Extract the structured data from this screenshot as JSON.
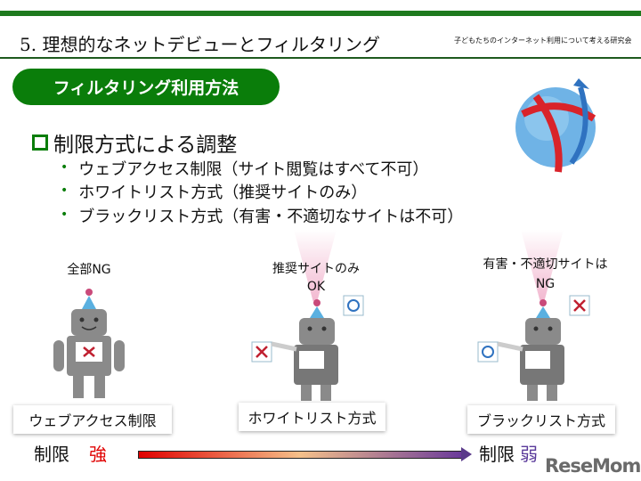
{
  "header": {
    "title": "5. 理想的なネットデビューとフィルタリング",
    "organization": "子どもたちのインターネット利用について考える研究会"
  },
  "section_pill": "フィルタリング利用方法",
  "heading": "制限方式による調整",
  "bullets": [
    "ウェブアクセス制限（サイト閲覧はすべて不可）",
    "ホワイトリスト方式（推奨サイトのみ）",
    "ブラックリスト方式（有害・不適切なサイトは不可）"
  ],
  "methods": [
    {
      "caption": "全部NG",
      "label": "ウェブアクセス制限"
    },
    {
      "caption": "推奨サイトのみ\nOK",
      "caption_l1": "推奨サイトのみ",
      "caption_l2": "OK",
      "label": "ホワイトリスト方式"
    },
    {
      "caption_l1": "有害・不適切サイトは",
      "caption_l2": "NG",
      "label": "ブラックリスト方式"
    }
  ],
  "scale": {
    "left_prefix": "制限",
    "left_level": "強",
    "right_prefix": "制限",
    "right_level": "弱"
  },
  "watermark": "ReseMom",
  "colors": {
    "accent_green": "#0a7d0a",
    "strong": "#e00000",
    "weak": "#5a3a9a"
  }
}
